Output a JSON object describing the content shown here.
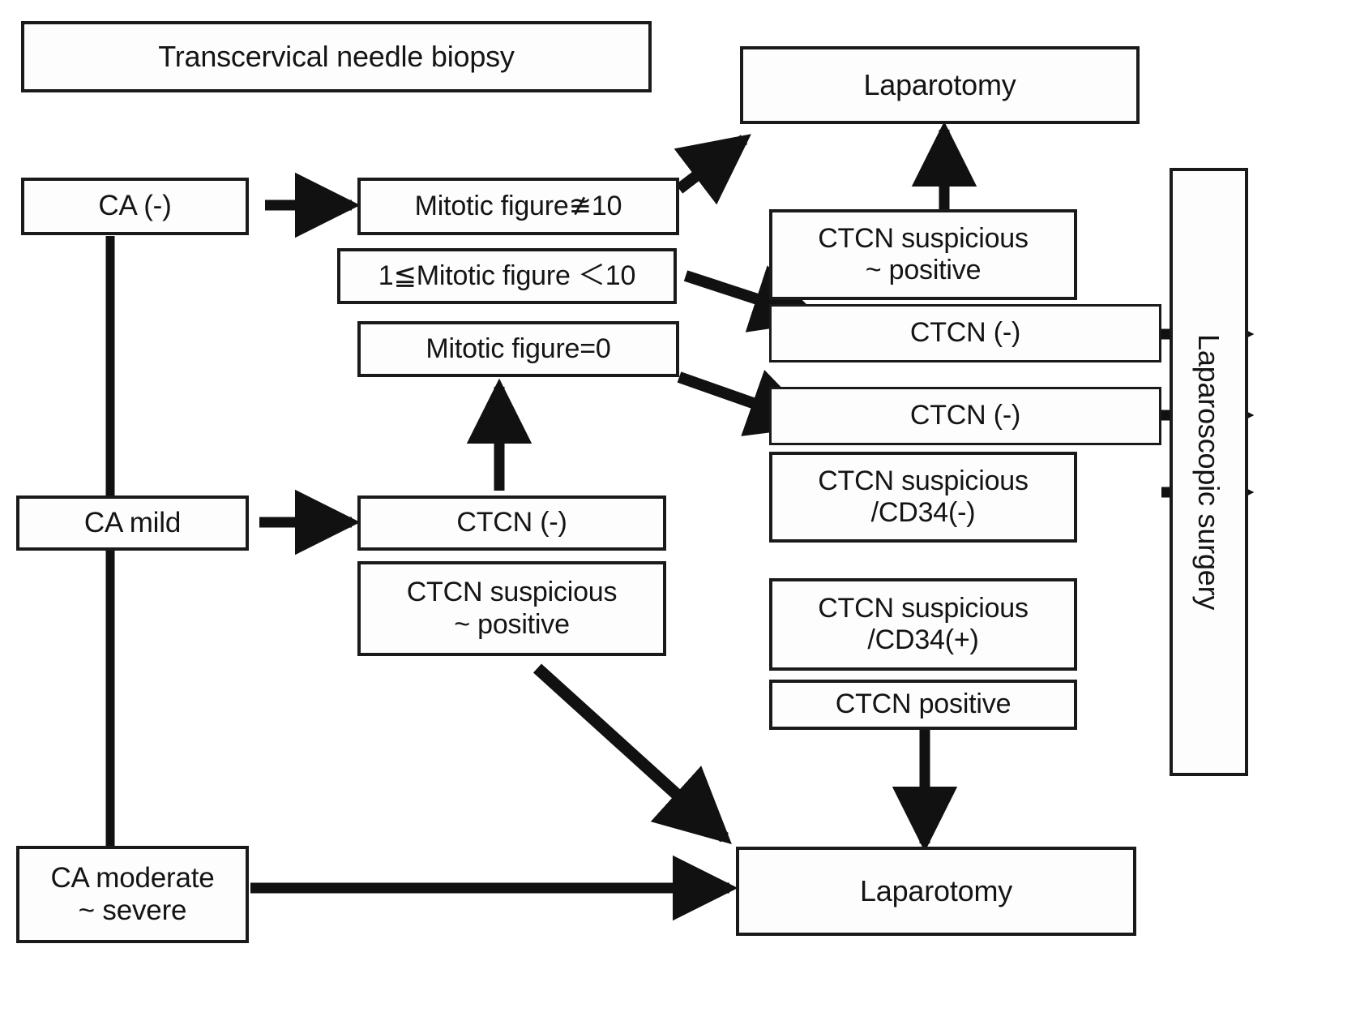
{
  "diagram": {
    "type": "flowchart",
    "title_node": "Transcervical needle biopsy",
    "background": "#ffffff",
    "stroke_color": "#111111",
    "box_fill": "#fdfdfd",
    "nodes": [
      {
        "id": "biopsy",
        "label": "Transcervical needle biopsy"
      },
      {
        "id": "laparotomy_top",
        "label": "Laparotomy"
      },
      {
        "id": "ca_neg",
        "label": "CA (-)"
      },
      {
        "id": "mit_ge10",
        "label": "Mitotic figure≇10"
      },
      {
        "id": "mit_1to10",
        "label": "1≦Mitotic figure ＜10"
      },
      {
        "id": "mit_0",
        "label": "Mitotic figure=0"
      },
      {
        "id": "ca_mild",
        "label": "CA mild"
      },
      {
        "id": "ctcn_neg_mid",
        "label": "CTCN (-)"
      },
      {
        "id": "ctcn_susp_mid",
        "label": "CTCN suspicious\n~ positive"
      },
      {
        "id": "ca_mod_sev",
        "label": "CA moderate\n~ severe"
      },
      {
        "id": "ctcn_susp_1",
        "label": "CTCN suspicious\n~ positive"
      },
      {
        "id": "ctcn_neg_1",
        "label": "CTCN (-)"
      },
      {
        "id": "ctcn_neg_2",
        "label": "CTCN (-)"
      },
      {
        "id": "ctcn_cd34_neg",
        "label": "CTCN suspicious\n/CD34(-)"
      },
      {
        "id": "ctcn_cd34_pos",
        "label": "CTCN suspicious\n/CD34(+)"
      },
      {
        "id": "ctcn_positive",
        "label": "CTCN positive"
      },
      {
        "id": "lap_surgery",
        "label": "Laparoscopic surgery"
      },
      {
        "id": "laparotomy_bot",
        "label": "Laparotomy"
      }
    ],
    "edges": [
      {
        "from": "ca_neg",
        "to": "mit_ge10",
        "kind": "arrow-right"
      },
      {
        "from": "ca_neg",
        "to": "ca_mild",
        "kind": "line-vertical"
      },
      {
        "from": "ca_mild",
        "to": "ca_mod_sev",
        "kind": "line-vertical"
      },
      {
        "from": "mit_ge10",
        "to": "laparotomy_top",
        "kind": "arrow-diagonal-up"
      },
      {
        "from": "mit_1to10",
        "to": "ctcn_susp_1",
        "kind": "arrow-diagonal-down"
      },
      {
        "from": "mit_0",
        "to": "ctcn_neg_2",
        "kind": "arrow-diagonal-down"
      },
      {
        "from": "ca_mild",
        "to": "ctcn_neg_mid",
        "kind": "arrow-right"
      },
      {
        "from": "ctcn_neg_mid",
        "to": "mit_0",
        "kind": "arrow-up"
      },
      {
        "from": "ctcn_susp_mid",
        "to": "laparotomy_bot",
        "kind": "arrow-diagonal-down"
      },
      {
        "from": "ca_mod_sev",
        "to": "laparotomy_bot",
        "kind": "arrow-right"
      },
      {
        "from": "ctcn_susp_1",
        "to": "laparotomy_top",
        "kind": "arrow-up"
      },
      {
        "from": "ctcn_neg_1",
        "to": "lap_surgery",
        "kind": "arrow-right"
      },
      {
        "from": "ctcn_neg_2",
        "to": "lap_surgery",
        "kind": "arrow-right"
      },
      {
        "from": "ctcn_cd34_neg",
        "to": "lap_surgery",
        "kind": "arrow-right"
      },
      {
        "from": "ctcn_positive",
        "to": "laparotomy_bot",
        "kind": "arrow-down"
      }
    ]
  }
}
